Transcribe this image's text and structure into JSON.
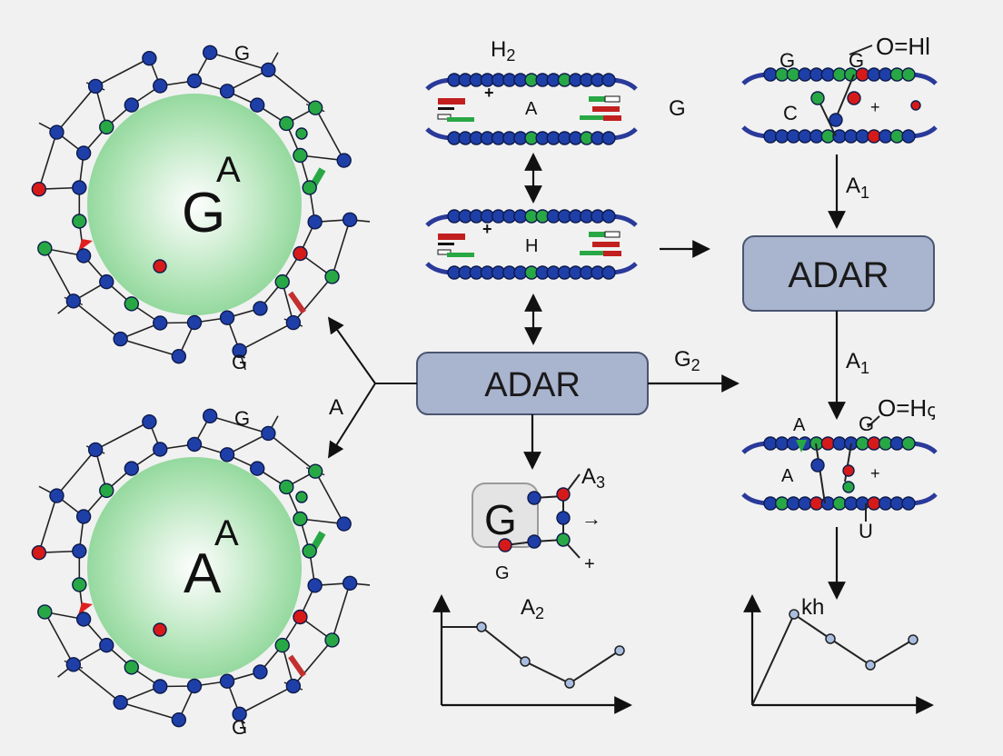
{
  "colors": {
    "background": "#f1f1f1",
    "backbone": "#2a3a9a",
    "node_blue": "#1f3fa8",
    "node_green": "#28a845",
    "node_red": "#d61a1a",
    "core_green": "#8fd89a",
    "box_fill": "#a9b4cf",
    "box_stroke": "#4a5570"
  },
  "ring_top": {
    "big_letter": "G",
    "sup_letter": "A",
    "label_top": "G",
    "label_bottom": "G"
  },
  "ring_bottom": {
    "big_letter": "A",
    "sup_letter": "A",
    "label_top": "G",
    "label_bottom": "G"
  },
  "center": {
    "duplex_top_label": "H",
    "duplex_top_sub": "2",
    "duplex_top_inner": "A",
    "duplex_top_plus": "+",
    "side_label": "G",
    "duplex_mid_inner": "H",
    "duplex_mid_plus": "+",
    "adar_label": "ADAR",
    "branch_label": "A",
    "g2_label": "G",
    "g2_sub": "2",
    "nucleotide_letter": "G",
    "nucleotide_bottom": "G",
    "a3_label": "A",
    "a3_sub": "3",
    "nucleotide_arrow": "→",
    "nucleotide_plus": "+",
    "a2_label": "A",
    "a2_sub": "2"
  },
  "right": {
    "top_g1": "G",
    "top_g2": "G",
    "top_ohl": "O=Hl",
    "top_c": "C",
    "top_plus": "+",
    "a1_top": "A",
    "a1_top_sub": "1",
    "adar_label": "ADAR",
    "a1_mid": "A",
    "a1_mid_sub": "1",
    "bottom_a": "A",
    "bottom_g": "G",
    "bottom_ohh": "O=H",
    "bottom_h_suffix": "ꞔ",
    "bottom_a2": "A",
    "bottom_plus": "+",
    "bottom_u": "U",
    "kh_label": "kh"
  }
}
